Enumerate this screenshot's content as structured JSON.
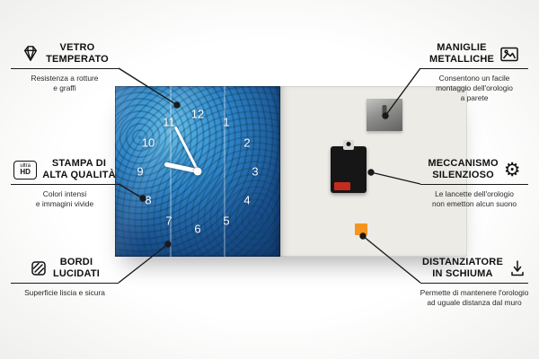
{
  "colors": {
    "line": "#1a1a1a",
    "clock_blue": "#2f84c8",
    "back_panel": "#edebe6",
    "spacer_orange": "#f7941d",
    "battery_red": "#c42b1f"
  },
  "clock": {
    "numbers": [
      "1",
      "2",
      "3",
      "4",
      "5",
      "6",
      "7",
      "8",
      "9",
      "10",
      "11",
      "12"
    ]
  },
  "icons": {
    "ultra_hd": {
      "line1": "ultra",
      "line2": "HD"
    },
    "gear_glyph": "⚙"
  },
  "callouts": {
    "left": [
      {
        "icon": "diamond-icon",
        "title": "VETRO\nTEMPERATO",
        "subtitle": "Resistenza a rotture\ne graffi"
      },
      {
        "icon": "ultra-hd-icon",
        "title": "STAMPA DI\nALTA QUALITÀ",
        "subtitle": "Colori intensi\ne immagini vivide"
      },
      {
        "icon": "polished-edge-icon",
        "title": "BORDI\nLUCIDATI",
        "subtitle": "Superficie liscia e sicura"
      }
    ],
    "right": [
      {
        "icon": "picture-frame-icon",
        "title": "MANIGLIE\nMETALLICHE",
        "subtitle": "Consentono un facile\nmontaggio dell'orologio\na parete"
      },
      {
        "icon": "gear-icon",
        "title": "MECCANISMO\nSILENZIOSO",
        "subtitle": "Le lancette dell'orologio\nnon emetton alcun suono"
      },
      {
        "icon": "foam-spacer-icon",
        "title": "DISTANZIATORE\nIN SCHIUMA",
        "subtitle": "Permette di mantenere l'orologio\nad uguale distanza dal muro"
      }
    ]
  }
}
